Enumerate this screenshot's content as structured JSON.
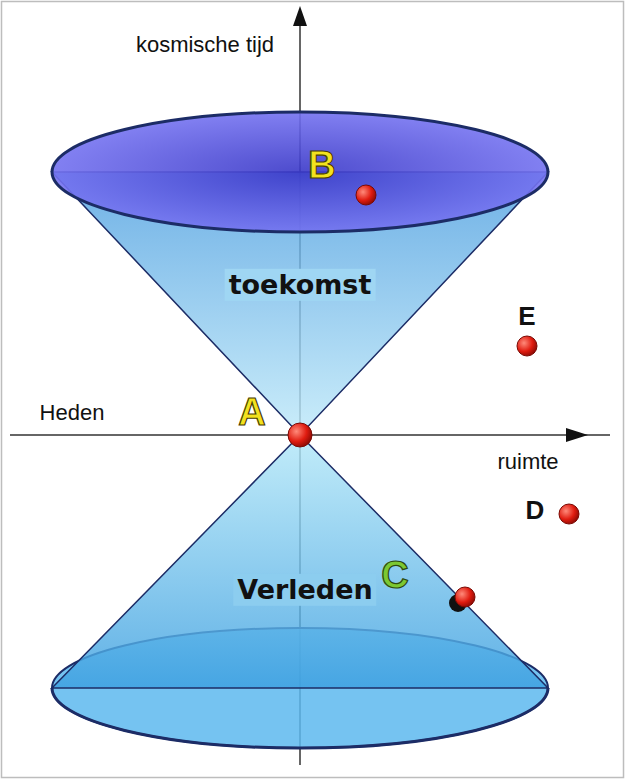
{
  "diagram": {
    "nodes": [
      {
        "text": [
          "toekomst"
        ]
      },
      {
        "text": [
          "Verleden"
        ]
      }
    ],
    "labels": [
      "kosmische tijd",
      "B",
      "E",
      "Heden",
      "A",
      "ruimte",
      "D",
      "C"
    ]
  }
}
